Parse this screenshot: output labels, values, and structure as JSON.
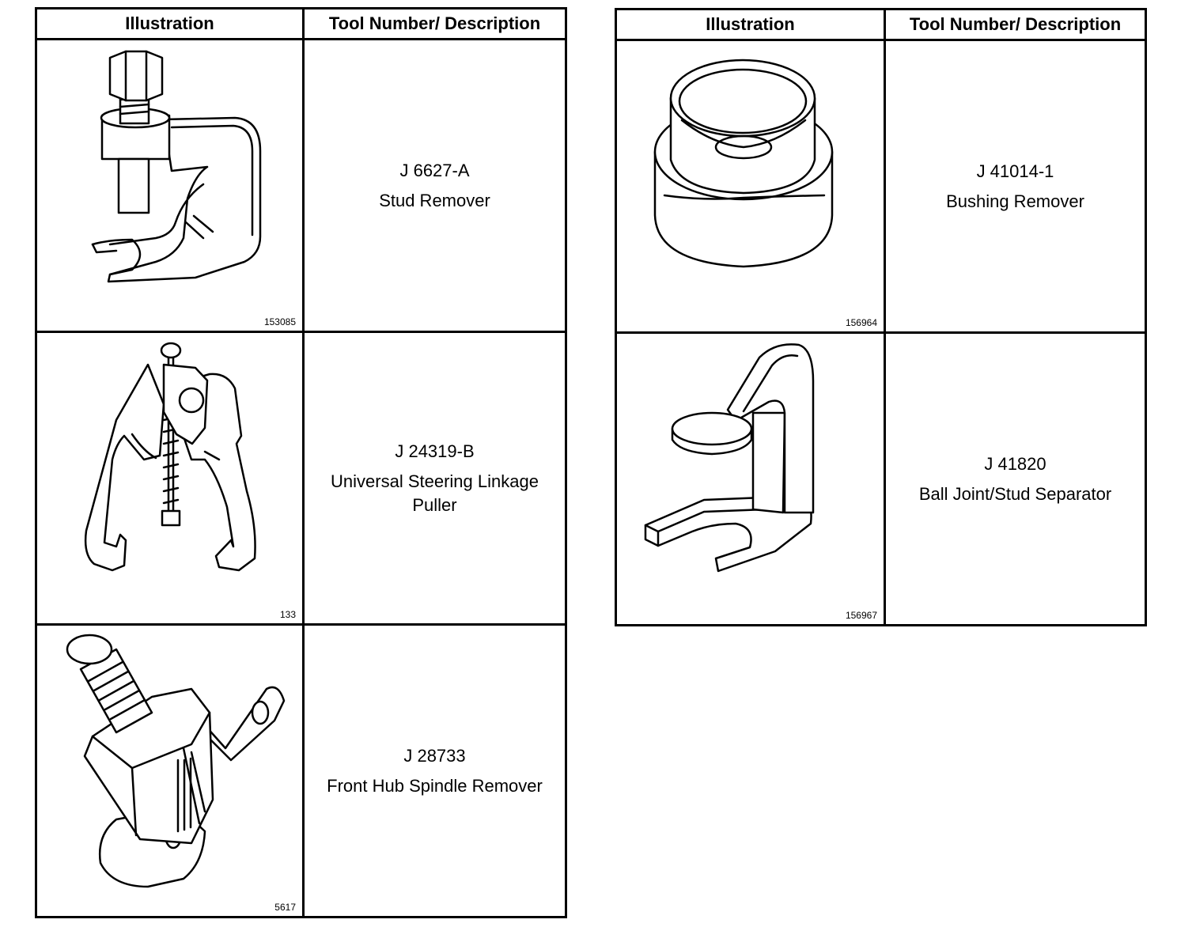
{
  "left_table": {
    "header": {
      "illustration": "Illustration",
      "tool": "Tool Number/ Description"
    },
    "rows": [
      {
        "figure": "153085",
        "tool_number": "J 6627-A",
        "description": "Stud Remover",
        "icon": "stud-remover-icon"
      },
      {
        "figure": "133",
        "tool_number": "J 24319-B",
        "description": "Universal Steering Linkage Puller",
        "icon": "steering-linkage-puller-icon"
      },
      {
        "figure": "5617",
        "tool_number": "J 28733",
        "description": "Front Hub Spindle Remover",
        "icon": "hub-spindle-remover-icon"
      }
    ]
  },
  "right_table": {
    "header": {
      "illustration": "Illustration",
      "tool": "Tool Number/ Description"
    },
    "rows": [
      {
        "figure": "156964",
        "tool_number": "J 41014-1",
        "description": "Bushing Remover",
        "icon": "bushing-remover-icon"
      },
      {
        "figure": "156967",
        "tool_number": "J 41820",
        "description": "Ball Joint/Stud Separator",
        "icon": "ball-joint-separator-icon"
      }
    ]
  }
}
